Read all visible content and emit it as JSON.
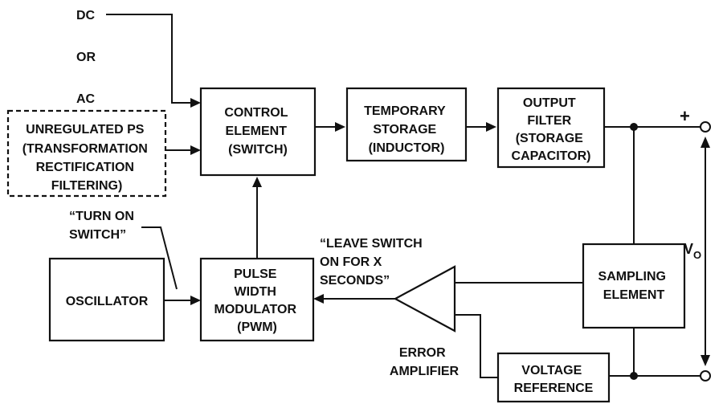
{
  "inputs": {
    "dc": "DC",
    "or": "OR",
    "ac": "AC"
  },
  "blocks": {
    "unregulated_ps": [
      "UNREGULATED PS",
      "(TRANSFORMATION",
      "RECTIFICATION",
      "FILTERING)"
    ],
    "control_element": [
      "CONTROL",
      "ELEMENT",
      "(SWITCH)"
    ],
    "temporary_storage": [
      "TEMPORARY",
      "STORAGE",
      "(INDUCTOR)"
    ],
    "output_filter": [
      "OUTPUT",
      "FILTER",
      "(STORAGE",
      "CAPACITOR)"
    ],
    "oscillator": [
      "OSCILLATOR"
    ],
    "pwm": [
      "PULSE",
      "WIDTH",
      "MODULATOR",
      "(PWM)"
    ],
    "sampling_element": [
      "SAMPLING",
      "ELEMENT"
    ],
    "voltage_reference": [
      "VOLTAGE",
      "REFERENCE"
    ]
  },
  "annotations": {
    "turn_on_switch": [
      "“TURN ON",
      "SWITCH”"
    ],
    "leave_switch_on": [
      "“LEAVE SWITCH",
      "ON FOR X",
      "SECONDS”"
    ],
    "error_amplifier": [
      "ERROR",
      "AMPLIFIER"
    ]
  },
  "output": {
    "plus": "+",
    "vo_main": "V",
    "vo_sub": "O"
  }
}
